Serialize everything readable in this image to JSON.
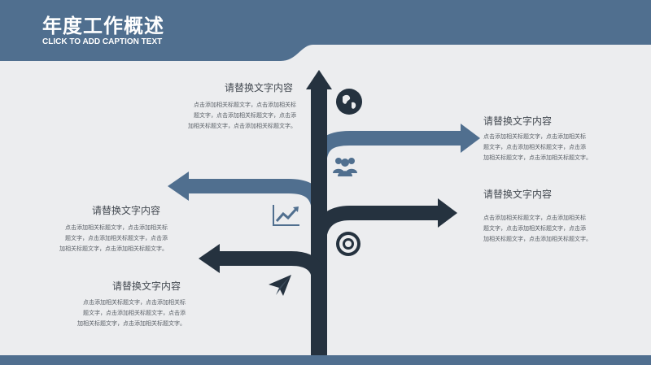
{
  "header": {
    "title": "年度工作概述",
    "subtitle": "CLICK TO ADD CAPTION TEXT"
  },
  "colors": {
    "header_blue": "#506f8f",
    "arrow_dark": "#25323f",
    "arrow_blue": "#506f8f",
    "background": "#ecedef"
  },
  "blocks": [
    {
      "id": "top-left",
      "heading": "请替换文字内容",
      "body": "点击添加相关标题文字，点击添加相关标\n题文字，点击添加相关标题文字，点击添\n加相关标题文字，点击添加相关标题文字。",
      "icon": "globe-icon"
    },
    {
      "id": "right-upper",
      "heading": "请替换文字内容",
      "body": "点击添加相关标题文字，点击添加相关标\n题文字，点击添加相关标题文字，点击添\n加相关标题文字，点击添加相关标题文字。",
      "icon": "people-icon"
    },
    {
      "id": "left-middle",
      "heading": "请替换文字内容",
      "body": "点击添加相关标题文字，点击添加相关标\n题文字，点击添加相关标题文字，点击添\n加相关标题文字，点击添加相关标题文字。",
      "icon": "chart-icon"
    },
    {
      "id": "right-lower",
      "heading": "请替换文字内容",
      "body": "点击添加相关标题文字，点击添加相关标\n题文字，点击添加相关标题文字，点击添\n加相关标题文字，点击添加相关标题文字。",
      "icon": "lifebuoy-icon"
    },
    {
      "id": "bottom-left",
      "heading": "请替换文字内容",
      "body": "点击添加相关标题文字，点击添加相关标\n题文字，点击添加相关标题文字，点击添\n加相关标题文字，点击添加相关标题文字。",
      "icon": "paper-plane-icon"
    }
  ]
}
